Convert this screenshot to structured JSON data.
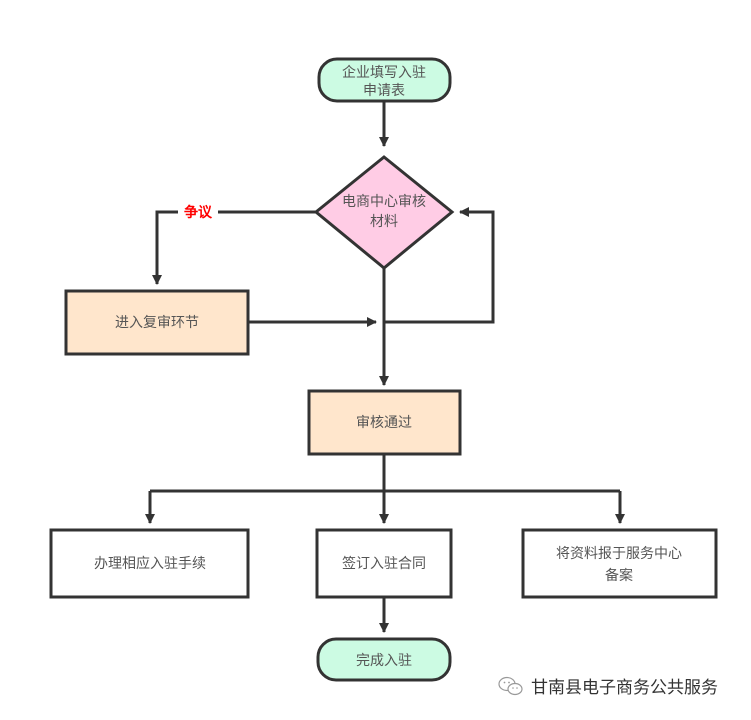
{
  "colors": {
    "terminal_fill": "#ccfbe3",
    "decision_fill": "#ffcce5",
    "process_fill": "#ffe6cc",
    "plain_fill": "#ffffff",
    "stroke": "#333333",
    "dispute_label": "#ff0000"
  },
  "nodes": {
    "start": {
      "type": "terminal",
      "lines": [
        "企业填写入驻",
        "申请表"
      ]
    },
    "review": {
      "type": "decision",
      "lines": [
        "电商中心审核",
        "材料"
      ]
    },
    "re_review": {
      "type": "process",
      "lines": [
        "进入复审环节"
      ]
    },
    "approved": {
      "type": "process",
      "lines": [
        "审核通过"
      ]
    },
    "procedures": {
      "type": "plain",
      "lines": [
        "办理相应入驻手续"
      ]
    },
    "contract": {
      "type": "plain",
      "lines": [
        "签订入驻合同"
      ]
    },
    "report": {
      "type": "plain",
      "lines": [
        "将资料报于服务中心",
        "备案"
      ]
    },
    "done": {
      "type": "terminal",
      "lines": [
        "完成入驻"
      ]
    }
  },
  "edges": [
    {
      "from": "start",
      "to": "review",
      "label": ""
    },
    {
      "from": "review",
      "to": "re_review",
      "label": "争议"
    },
    {
      "from": "re_review",
      "to": "review",
      "label": ""
    },
    {
      "from": "review",
      "to": "approved",
      "label": ""
    },
    {
      "from": "approved",
      "to": "procedures",
      "label": ""
    },
    {
      "from": "approved",
      "to": "contract",
      "label": ""
    },
    {
      "from": "approved",
      "to": "report",
      "label": ""
    },
    {
      "from": "contract",
      "to": "done",
      "label": ""
    }
  ],
  "edge_labels": {
    "dispute": "争议"
  },
  "watermark": {
    "icon": "wechat-icon",
    "text": "甘南县电子商务公共服务"
  }
}
